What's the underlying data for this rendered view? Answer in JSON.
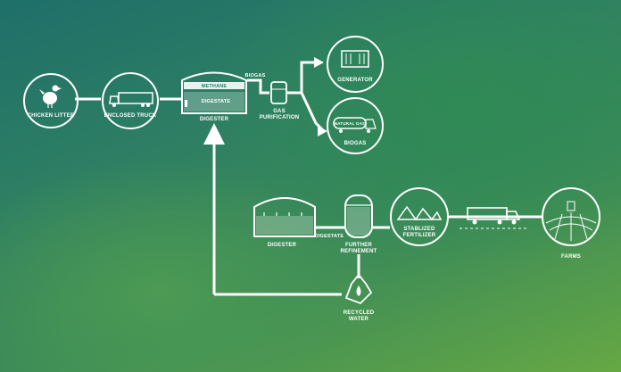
{
  "labels": {
    "chicken_litter": "CHICKEN LITTER",
    "enclosed_truck": "ENCLOSED TRUCK",
    "methane": "METHANE",
    "digestate_top": "DIGESTATE",
    "digester_top": "DIGESTER",
    "biogas_line": "BIOGAS",
    "gas_purification_1": "GAS",
    "gas_purification_2": "PURIFICATION",
    "generator": "GENERATOR",
    "natural_gas": "NATURAL GAS",
    "biogas": "BIOGAS",
    "digester_bottom": "DIGESTER",
    "digestate_line": "DIGESTATE",
    "further_refinement_1": "FURTHER",
    "further_refinement_2": "REFINEMENT",
    "stabilized_fertilizer_1": "STABLIZED",
    "stabilized_fertilizer_2": "FERTILIZER",
    "farms": "FARMS",
    "recycled_water_1": "RECYCLED",
    "recycled_water_2": "WATER"
  },
  "colors": {
    "line": "#ffffff"
  }
}
